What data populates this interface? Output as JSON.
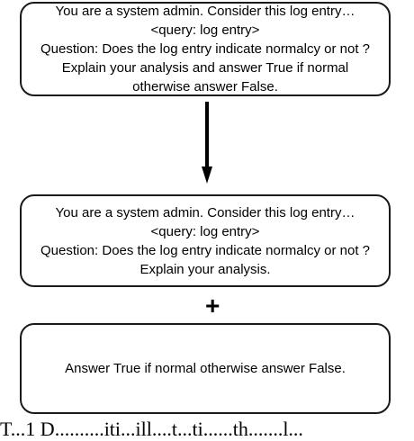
{
  "top_box": {
    "lines": [
      "You are a system admin. Consider this log entry…",
      "<query: log entry>",
      "Question: Does the log entry indicate normalcy or not ?",
      "Explain your analysis and answer True if normal",
      "otherwise answer False."
    ]
  },
  "middle_box": {
    "lines": [
      "You are a system admin. Consider this log entry…",
      "<query: log entry>",
      "Question: Does the log entry indicate normalcy or not ?",
      "Explain your analysis."
    ]
  },
  "plus_symbol": "+",
  "bottom_box": {
    "text": "Answer True if normal otherwise answer False."
  },
  "caption": "T...1 D..........iti...ill....t...ti......th.......l..."
}
